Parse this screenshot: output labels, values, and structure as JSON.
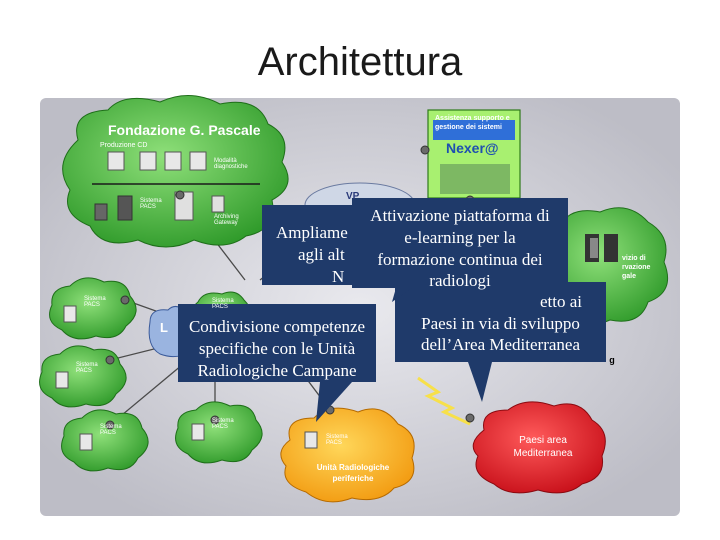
{
  "slide": {
    "title": "Architettura"
  },
  "pascale": {
    "name": "Fondazione G. Pascale",
    "production": "Produzione CD",
    "modalities": "Modalità diagnostiche",
    "pacs": "Sistema PACS",
    "archiving": "Archiving Gateway"
  },
  "vpn_label": "VP",
  "nexera": {
    "title": "Assistenza supporto e gestione dei sistemi",
    "brand": "Nexer@"
  },
  "right_cloud": {
    "text": "vizio di rvazione gale"
  },
  "left_clouds": [
    {
      "label": "Sistema PACS"
    },
    {
      "label": "Sistema PACS"
    },
    {
      "label": "Sistema PACS"
    },
    {
      "label": "Sistema PACS"
    }
  ],
  "center_pacs": "Sistema PACS",
  "hub_label": "L",
  "orange_cloud": {
    "pacs": "Sistema PACS",
    "title": "Unità Radiologiche periferiche"
  },
  "red_cloud": {
    "title": "Paesi area Mediterranea"
  },
  "callouts": {
    "hidden_line1": "Ampliame",
    "hidden_line2": "agli alt",
    "hidden_line3": "N",
    "elearning": [
      "Attivazione piattaforma di",
      "e-learning per la",
      "formazione continua dei",
      "radiologi"
    ],
    "paesi_partial": "etto ai",
    "paesi": [
      "Paesi in via di sviluppo",
      "dell’Area Mediterranea"
    ],
    "condivisione": [
      "Condivisione competenze",
      "specifiche con le Unità",
      "Radiologiche Campane"
    ],
    "stub": "g"
  }
}
